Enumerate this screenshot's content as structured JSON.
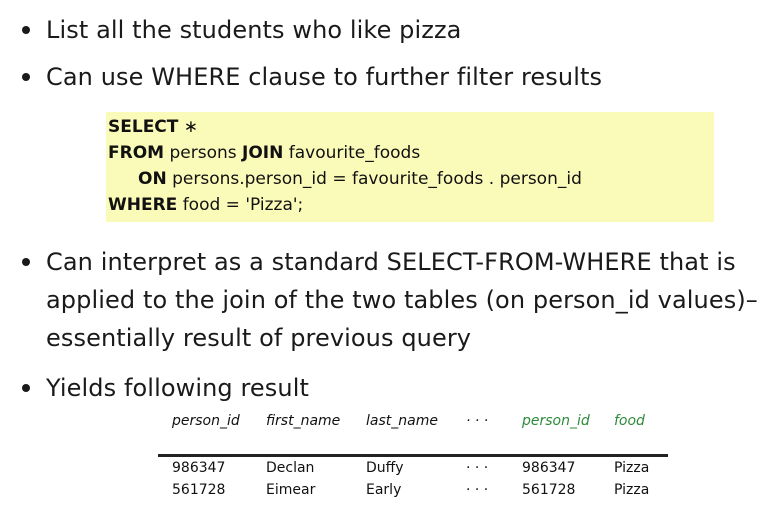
{
  "bullets": [
    "List all the students who like pizza",
    "Can use WHERE clause to further filter results",
    "Can interpret as a standard SELECT-FROM-WHERE that is applied to the join of the two tables (on person_id values)–essentially result of previous query",
    "Yields following result"
  ],
  "bullet3_lines": [
    "Can interpret as a standard SELECT-FROM-WHERE that is",
    "applied to the join of the two tables (on person_id values)–",
    "essentially result of previous query"
  ],
  "code": {
    "line1_kw": "SELECT",
    "line1_rest": " ∗",
    "line2_kw1": "FROM",
    "line2_mid": " persons ",
    "line2_kw2": "JOIN",
    "line2_rest": " favourite_foods",
    "line3_kw": "ON",
    "line3_rest": " persons.person_id = favourite_foods . person_id",
    "line4_kw": "WHERE",
    "line4_rest": " food = 'Pizza';"
  },
  "table": {
    "headers": [
      "person_id",
      "first_name",
      "last_name",
      "· · ·",
      "person_id",
      "food"
    ],
    "rows": [
      [
        "986347",
        "Declan",
        "Duffy",
        "· · ·",
        "986347",
        "Pizza"
      ],
      [
        "561728",
        "Eimear",
        "Early",
        "· · ·",
        "561728",
        "Pizza"
      ]
    ]
  },
  "colors": {
    "code_background": "#fbfbb9",
    "joined_columns": "#2e8b3a"
  }
}
